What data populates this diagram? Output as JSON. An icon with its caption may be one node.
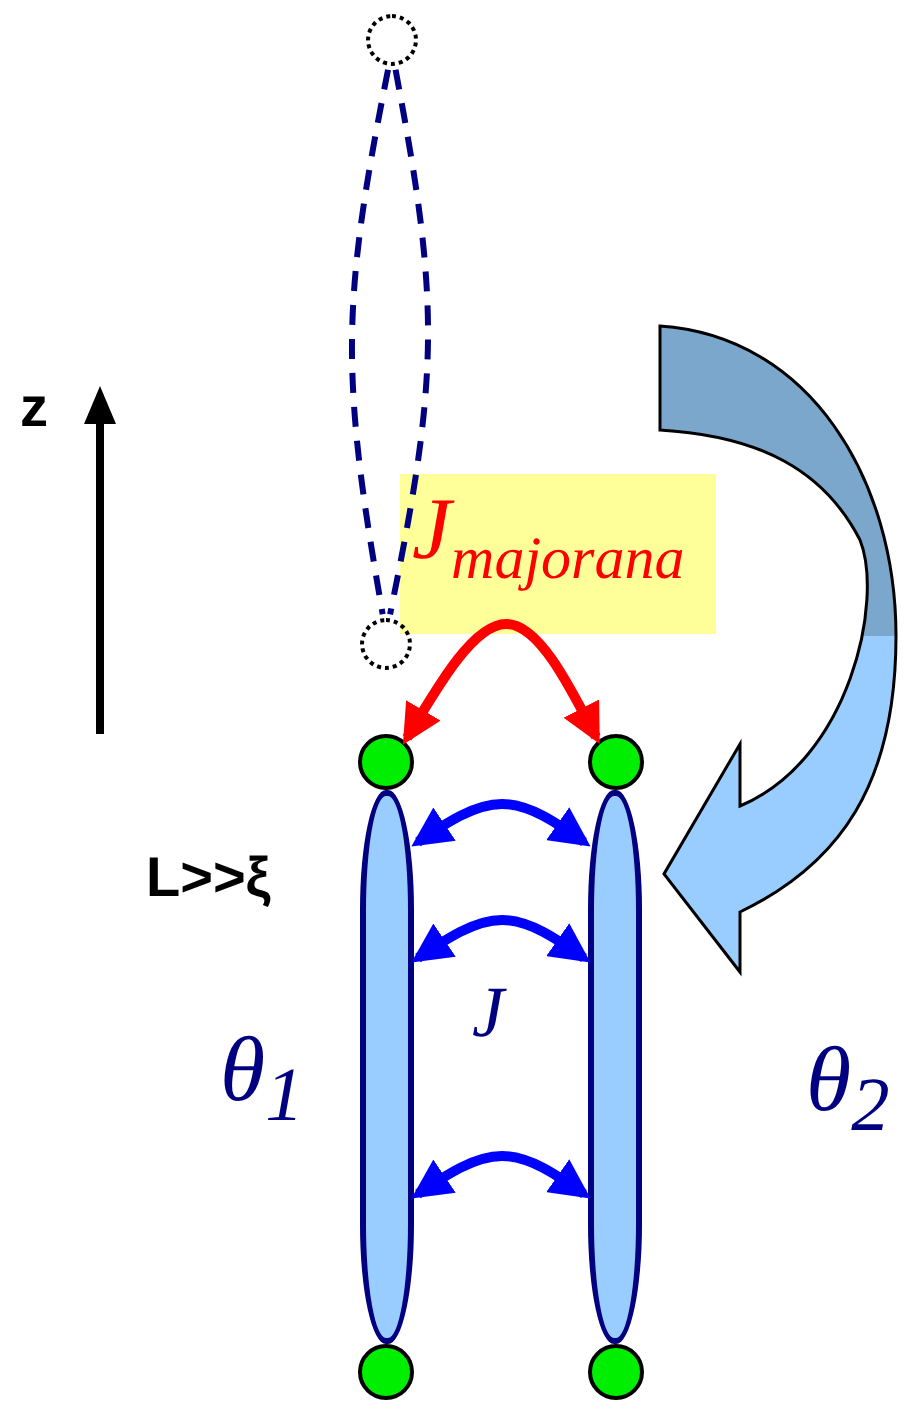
{
  "diagram": {
    "nodes": [
      {
        "text": [],
        "shape": "circle"
      },
      {
        "text": [],
        "shape": "circle"
      },
      {
        "text": [],
        "shape": "circle"
      },
      {
        "text": [],
        "shape": "circle"
      },
      {
        "text": [],
        "shape": "bar",
        "beside": [
          "θ$_{1}$"
        ]
      },
      {
        "text": [],
        "shape": "bar",
        "beside": [
          "θ$_{2}$"
        ]
      },
      {
        "text": [],
        "shape": "circle"
      },
      {
        "text": [],
        "shape": "circle"
      }
    ],
    "edges": [
      {
        "from": 0,
        "to": 1,
        "arrow": "none",
        "style": "dashed",
        "color": "#000080"
      },
      {
        "from": 0,
        "to": 1,
        "arrow": "none",
        "style": "dashed",
        "color": "#000080"
      },
      {
        "from": 2,
        "to": 3,
        "arrow": "both",
        "label": "J$_{majorana}$",
        "color": "#ff0000"
      },
      {
        "from": 4,
        "to": 5,
        "arrow": "both"
      },
      {
        "from": 4,
        "to": 5,
        "arrow": "both"
      },
      {
        "from": 4,
        "to": 5,
        "arrow": "both"
      }
    ],
    "labels": [
      "z",
      "L>>ξ",
      "J"
    ]
  }
}
